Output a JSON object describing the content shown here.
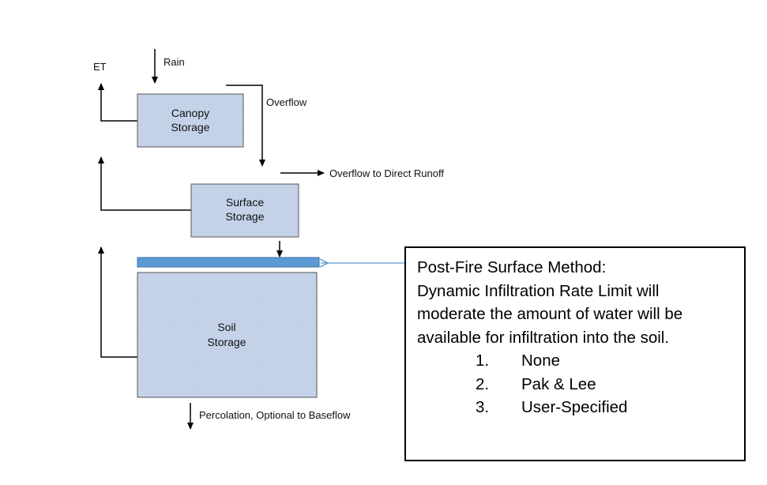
{
  "labels": {
    "et": "ET",
    "rain": "Rain",
    "overflow": "Overflow",
    "overflow_direct": "Overflow to Direct Runoff",
    "percolation": "Percolation, Optional to Baseflow"
  },
  "boxes": {
    "canopy": [
      "Canopy",
      "Storage"
    ],
    "surface": [
      "Surface",
      "Storage"
    ],
    "soil": [
      "Soil",
      "Storage"
    ]
  },
  "callout": {
    "lines": [
      "Post-Fire Surface Method:",
      "Dynamic Infiltration Rate Limit will",
      "moderate the amount of water will be",
      "available for infiltration into the soil."
    ],
    "items": [
      {
        "num": "1.",
        "label": "None"
      },
      {
        "num": "2.",
        "label": "Pak & Lee"
      },
      {
        "num": "3.",
        "label": "User-Specified"
      }
    ]
  },
  "colors": {
    "storage_fill": "#c9d6ec",
    "infiltration_bar": "#5b9bd5",
    "connector_arrow": "#5b9bd5"
  }
}
